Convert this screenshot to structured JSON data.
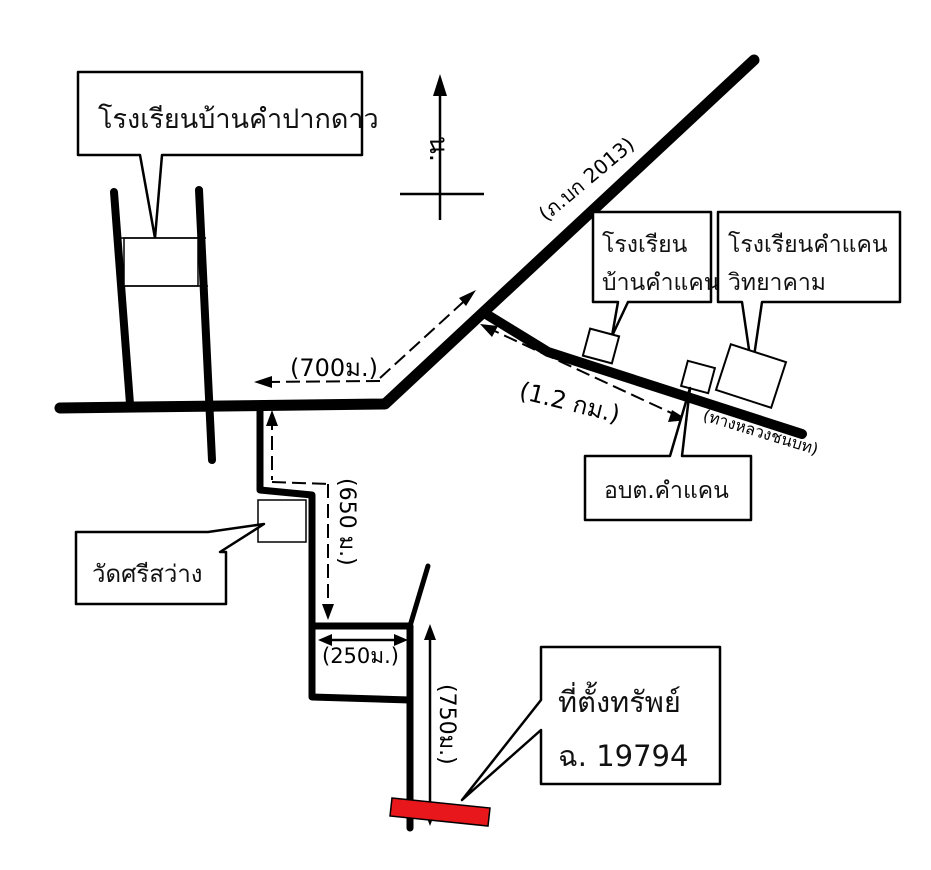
{
  "north_label": "น.",
  "roads": {
    "highway_label": "(ภ.บก 2013)",
    "side_road_label": "(ทางหลวงชนบท)"
  },
  "distances": {
    "d700": "(700ม.)",
    "d1_2km": "(1.2 กม.)",
    "d650": "(650 ม.)",
    "d250": "(250ม.)",
    "d750": "(750ม.)"
  },
  "places": {
    "school_pak_dao": "โรงเรียนบ้านคำปากดาว",
    "school_kham_khaen_1": "โรงเรียน",
    "school_kham_khaen_2": "บ้านคำแคน",
    "school_wittayakhom_1": "โรงเรียนคำแคน",
    "school_wittayakhom_2": "วิทยาคาม",
    "sao_office": "อบต.คำแคน",
    "temple": "วัดศรีสว่าง"
  },
  "property": {
    "label_line1": "ที่ตั้งทรัพย์",
    "label_line2": "ฉ. 19794",
    "marker_color": "#e8171c"
  }
}
